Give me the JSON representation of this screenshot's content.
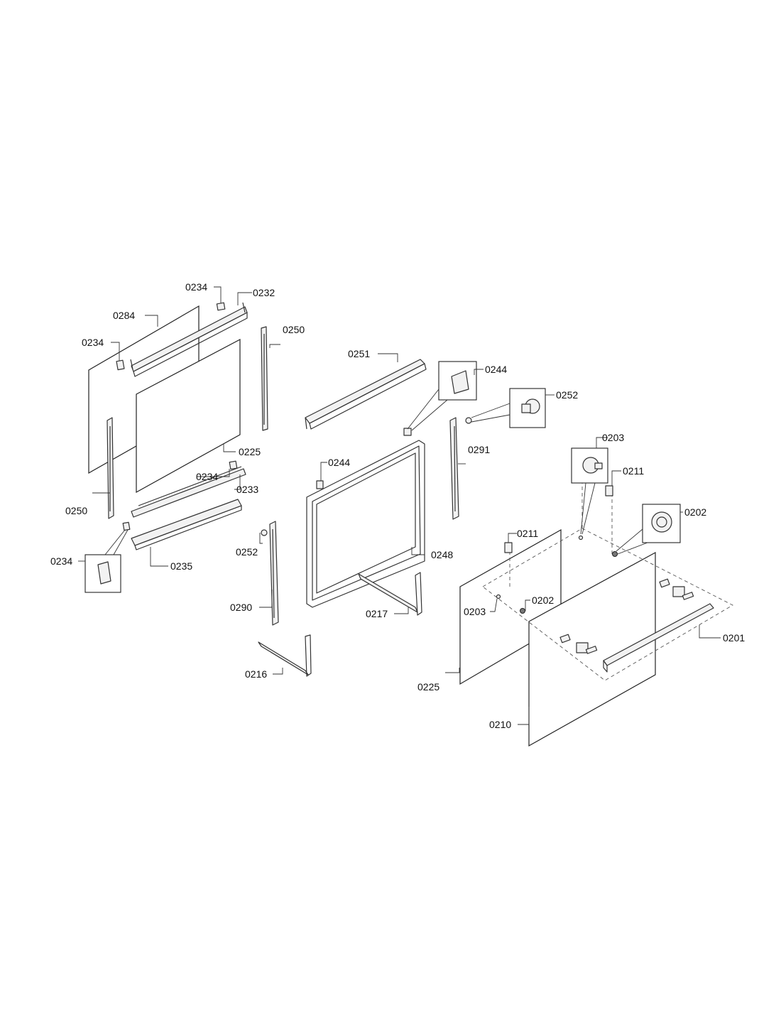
{
  "labels": [
    "0234",
    "0232",
    "0284",
    "0250",
    "0234",
    "0251",
    "0244",
    "0252",
    "0225",
    "0291",
    "0203",
    "0244",
    "0211",
    "0234",
    "0233",
    "0202",
    "0250",
    "0211",
    "0234",
    "0252",
    "0248",
    "0235",
    "0202",
    "0203",
    "0290",
    "0217",
    "0201",
    "0216",
    "0225",
    "0210"
  ]
}
